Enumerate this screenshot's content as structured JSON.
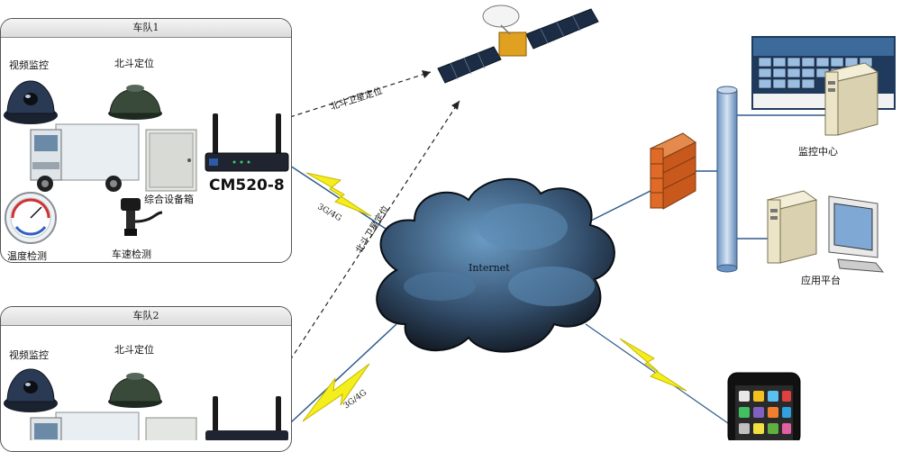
{
  "fleet1": {
    "title": "车队1",
    "video_label": "视频监控",
    "beidou_label": "北斗定位",
    "box_label": "综合设备箱",
    "temp_label": "温度检测",
    "speed_label": "车速检测",
    "router_label": "CM520-8"
  },
  "fleet2": {
    "title": "车队2",
    "video_label": "视频监控",
    "beidou_label": "北斗定位"
  },
  "links": {
    "beidou_top": "北斗卫星定位",
    "beidou_diag": "北斗卫星定位",
    "wireless_1": "3G/4G",
    "wireless_2": "3G/4G"
  },
  "cloud_label": "Internet",
  "monitor_center_label": "监控中心",
  "app_platform_label": "应用平台"
}
